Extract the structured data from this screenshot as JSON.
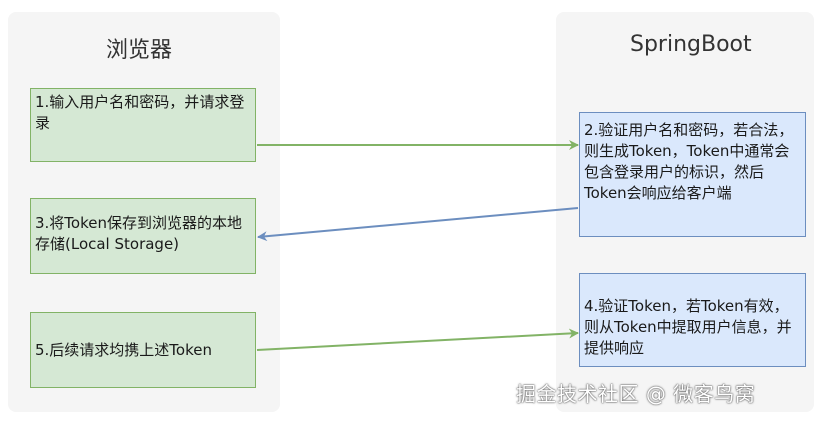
{
  "lanes": {
    "browser_title": "浏览器",
    "server_title": "SpringBoot"
  },
  "steps": {
    "step1": "1.输入用户名和密码，并请求登录",
    "step2": "2.验证用户名和密码，若合法，则生成Token，Token中通常会包含登录用户的标识，然后Token会响应给客户端",
    "step3": "3.将Token保存到浏览器的本地存储(Local Storage)",
    "step4": "4.验证Token，若Token有效，则从Token中提取用户信息，并提供响应",
    "step5": "5.后续请求均携上述Token"
  },
  "watermark": "掘金技术社区 @ 微客鸟窝",
  "colors": {
    "green_fill": "#d5e8d4",
    "green_stroke": "#82b366",
    "blue_fill": "#dae8fc",
    "blue_stroke": "#6c8ebf",
    "lane_background": "#f5f5f5"
  }
}
